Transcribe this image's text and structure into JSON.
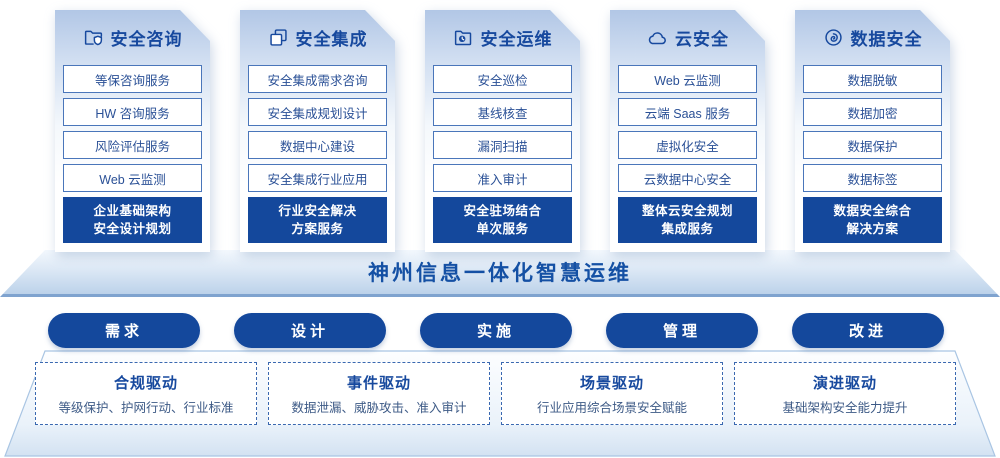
{
  "colors": {
    "primary": "#14489c",
    "title_blue": "#17499e",
    "item_border": "#4a76ba",
    "item_text": "#2a5096",
    "banner_border": "#7fa3cf",
    "dashed_border": "#3a68b0",
    "card_gradient_top": "#b2c7e6"
  },
  "columns": [
    {
      "icon": "folder-shield-icon",
      "title": "安全咨询",
      "items": [
        "等保咨询服务",
        "HW 咨询服务",
        "风险评估服务",
        "Web 云监测"
      ],
      "footer": [
        "企业基础架构",
        "安全设计规划"
      ]
    },
    {
      "icon": "documents-icon",
      "title": "安全集成",
      "items": [
        "安全集成需求咨询",
        "安全集成规划设计",
        "数据中心建设",
        "安全集成行业应用"
      ],
      "footer": [
        "行业安全解决",
        "方案服务"
      ]
    },
    {
      "icon": "folder-clock-icon",
      "title": "安全运维",
      "items": [
        "安全巡检",
        "基线核查",
        "漏洞扫描",
        "准入审计"
      ],
      "footer": [
        "安全驻场结合",
        "单次服务"
      ]
    },
    {
      "icon": "cloud-icon",
      "title": "云安全",
      "items": [
        "Web 云监测",
        "云端 Saas 服务",
        "虚拟化安全",
        "云数据中心安全"
      ],
      "footer": [
        "整体云安全规划",
        "集成服务"
      ]
    },
    {
      "icon": "fingerprint-icon",
      "title": "数据安全",
      "items": [
        "数据脱敏",
        "数据加密",
        "数据保护",
        "数据标签"
      ],
      "footer": [
        "数据安全综合",
        "解决方案"
      ]
    }
  ],
  "banner": {
    "title": "神州信息一体化智慧运维"
  },
  "process_steps": [
    "需求",
    "设计",
    "实施",
    "管理",
    "改进"
  ],
  "drivers": [
    {
      "title": "合规驱动",
      "desc": "等级保护、护网行动、行业标准"
    },
    {
      "title": "事件驱动",
      "desc": "数据泄漏、威胁攻击、准入审计"
    },
    {
      "title": "场景驱动",
      "desc": "行业应用综合场景安全赋能"
    },
    {
      "title": "演进驱动",
      "desc": "基础架构安全能力提升"
    }
  ]
}
